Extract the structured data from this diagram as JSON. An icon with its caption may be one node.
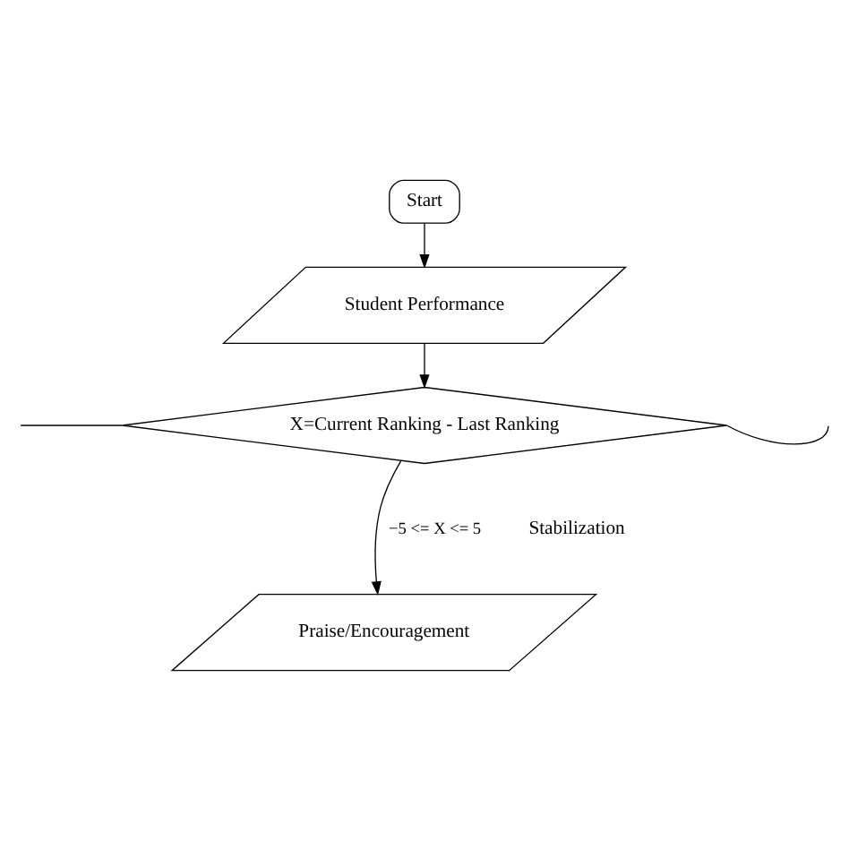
{
  "diagram": {
    "nodes": [
      {
        "text": [
          "Start"
        ]
      },
      {
        "text": [
          "Student Performance"
        ]
      },
      {
        "text": [
          "X=Current Ranking - Last Ranking"
        ]
      },
      {
        "text": [
          "Praise/Encouragement"
        ]
      }
    ],
    "edges": [
      {
        "from": 0,
        "to": 1,
        "arrow": "to"
      },
      {
        "from": 1,
        "to": 2,
        "arrow": "to"
      },
      {
        "from": 2,
        "to": 3,
        "arrow": "to",
        "label": "−5 <= X <= 5"
      },
      {
        "from": 2,
        "to": null,
        "arrow": "none"
      },
      {
        "from": 2,
        "to": null,
        "arrow": "none"
      }
    ],
    "labels": [
      "Stabilization"
    ]
  }
}
